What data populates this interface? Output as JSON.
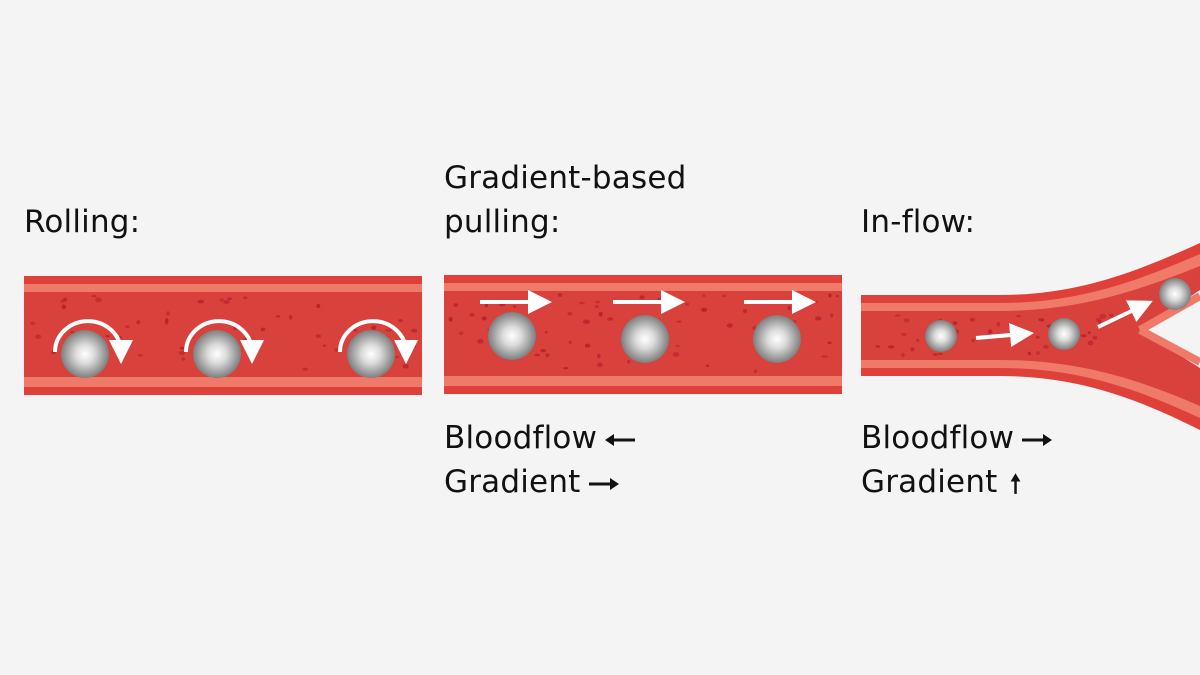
{
  "panels": {
    "rolling": {
      "title": "Rolling:"
    },
    "gradient_pulling": {
      "title_line1": "Gradient-based",
      "title_line2": "pulling:",
      "bloodflow_label": "Bloodflow",
      "bloodflow_arrow": "left-arrow-icon",
      "gradient_label": "Gradient",
      "gradient_arrow": "right-arrow-icon"
    },
    "in_flow": {
      "title": "In-flow:",
      "bloodflow_label": "Bloodflow",
      "bloodflow_arrow": "right-arrow-icon",
      "gradient_label": "Gradient",
      "gradient_arrow": "up-arrow-icon"
    }
  },
  "colors": {
    "background": "#f4f4f4",
    "vessel_wall": "#e0403a",
    "vessel_wall_light": "#f07a6a",
    "vessel_lumen": "#d9413c",
    "blood_cells": "#b0222a",
    "particle_light": "#ffffff",
    "particle_dark": "#6f6f6f",
    "motion_arrow": "#ffffff",
    "text": "#111111"
  }
}
